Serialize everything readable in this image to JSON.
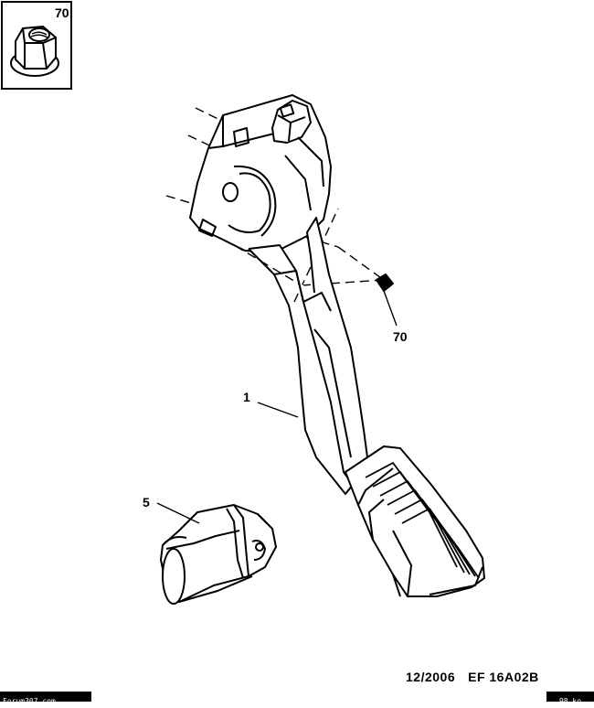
{
  "inset": {
    "label": "70"
  },
  "callouts": {
    "nut": "70",
    "pedal": "1",
    "sensor": "5"
  },
  "reference": {
    "date": "12/2006",
    "code": "EF 16A02B"
  },
  "footer": {
    "site": "Forum307.com",
    "size": "98 ko"
  }
}
